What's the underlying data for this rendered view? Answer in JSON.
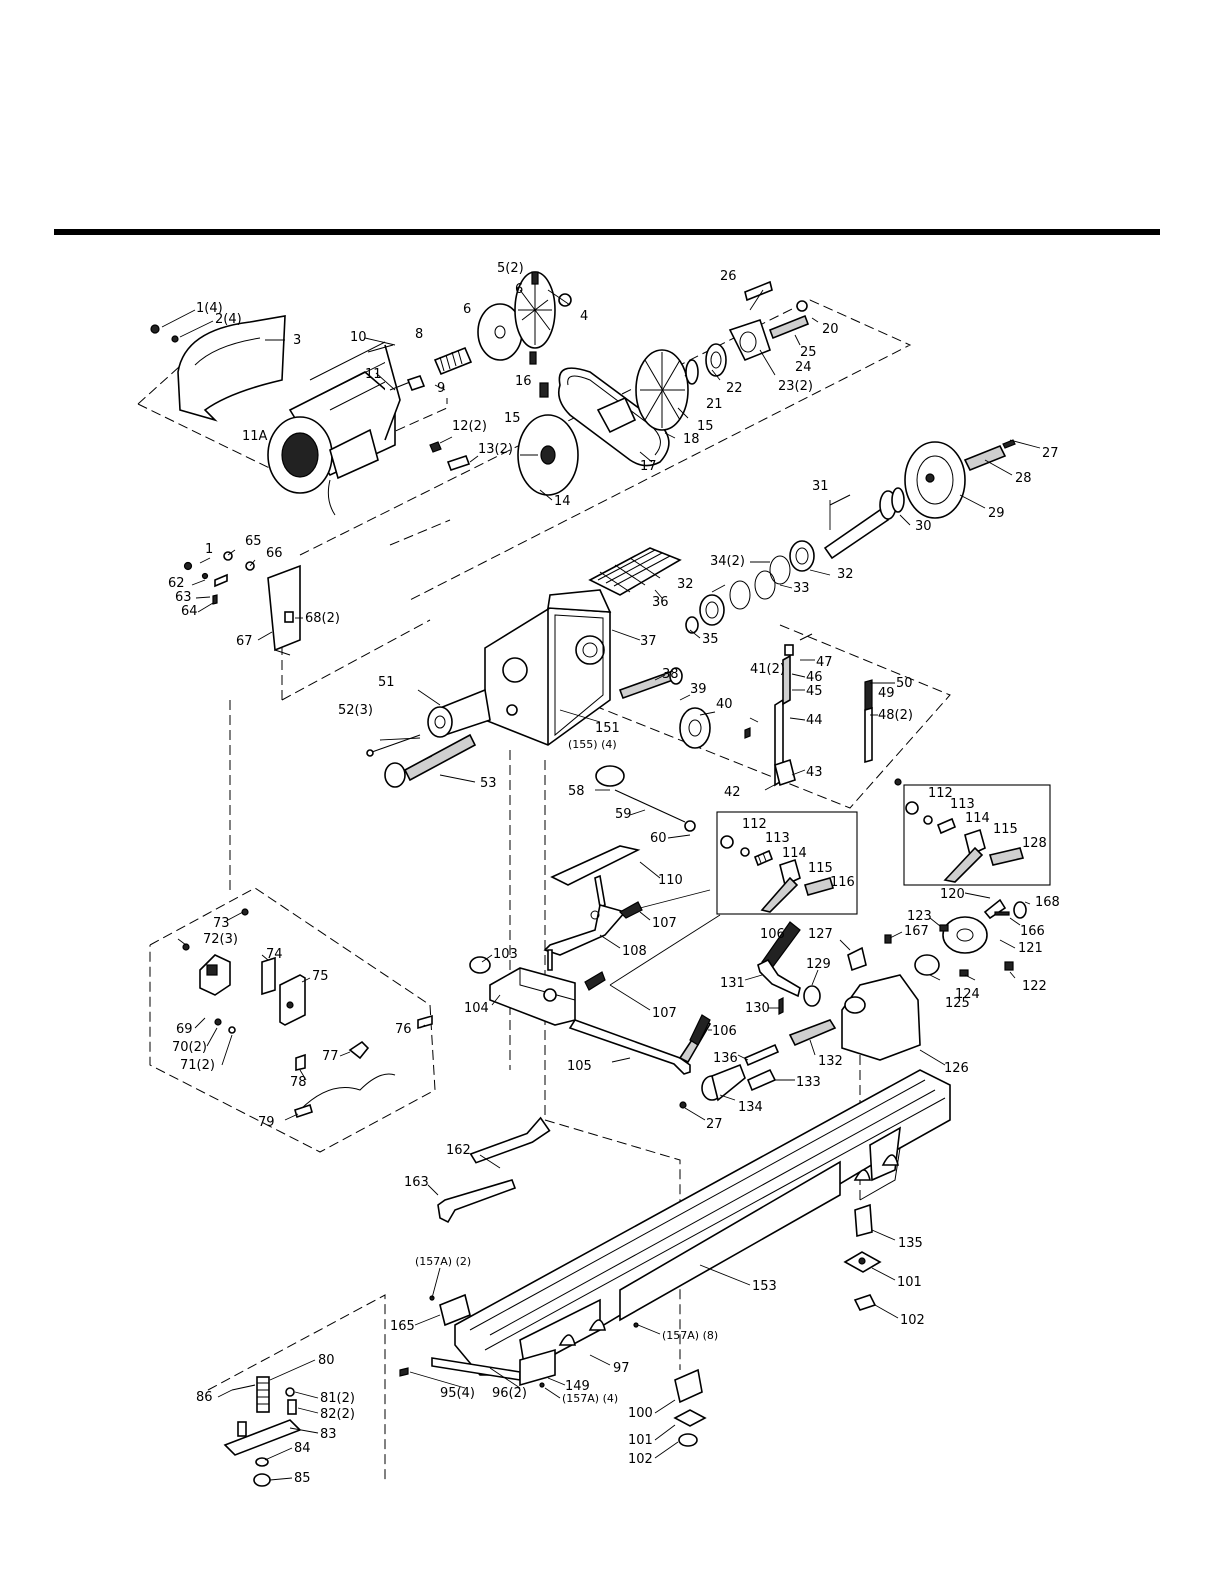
{
  "labels": {
    "l1": "1(4)",
    "l2": "2(4)",
    "l3": "3",
    "l4": "4",
    "l5": "5(2)",
    "l6a": "6",
    "l6b": "6",
    "l8": "8",
    "l9": "9",
    "l10": "10",
    "l11": "11",
    "l11a": "11A",
    "l12": "12(2)",
    "l13": "13(2)",
    "l14": "14",
    "l15a": "15",
    "l15b": "15",
    "l16": "16",
    "l17": "17",
    "l18": "18",
    "l20": "20",
    "l21": "21",
    "l22": "22",
    "l23": "23(2)",
    "l24": "24",
    "l25": "25",
    "l26": "26",
    "l27a": "27",
    "l28": "28",
    "l29": "29",
    "l30": "30",
    "l31": "31",
    "l32a": "32",
    "l32b": "32",
    "l33": "33",
    "l34": "34(2)",
    "l35": "35",
    "l36": "36",
    "l37": "37",
    "l38": "38",
    "l39": "39",
    "l40": "40",
    "l41": "41(2)",
    "l42": "42",
    "l43": "43",
    "l44": "44",
    "l45": "45",
    "l46": "46",
    "l47": "47",
    "l48": "48(2)",
    "l49": "49",
    "l50": "50",
    "l51": "51",
    "l52": "52(3)",
    "l53": "53",
    "l58": "58",
    "l59": "59",
    "l60": "60",
    "l1b": "1",
    "l62": "62",
    "l63": "63",
    "l64": "64",
    "l65": "65",
    "l66": "66",
    "l67": "67",
    "l68": "68(2)",
    "l151": "151",
    "l155": "(155) (4)",
    "l112a": "112",
    "l113a": "113",
    "l114a": "114",
    "l115a": "115",
    "l116": "116",
    "l112b": "112",
    "l113b": "113",
    "l114b": "114",
    "l115b": "115",
    "l128": "128",
    "l110": "110",
    "l107a": "107",
    "l108": "108",
    "l103": "103",
    "l104": "104",
    "l107b": "107",
    "l106a": "106",
    "l105": "105",
    "l106b": "106",
    "l73": "73",
    "l72": "72(3)",
    "l74": "74",
    "l75": "75",
    "l69": "69",
    "l70": "70(2)",
    "l71": "71(2)",
    "l76": "76",
    "l77": "77",
    "l78": "78",
    "l79": "79",
    "l120": "120",
    "l168": "168",
    "l123": "123",
    "l166": "166",
    "l167": "167",
    "l127": "127",
    "l121": "121",
    "l129": "129",
    "l131": "131",
    "l130": "130",
    "l124": "124",
    "l122": "122",
    "l125": "125",
    "l126": "126",
    "l136": "136",
    "l132": "132",
    "l133": "133",
    "l134": "134",
    "l27b": "27",
    "l162": "162",
    "l163": "163",
    "l135": "135",
    "l101a": "101",
    "l102a": "102",
    "l153": "153",
    "l157a": "(157A) (2)",
    "l165": "165",
    "l157b": "(157A) (8)",
    "l97": "97",
    "l149": "149",
    "l95": "95(4)",
    "l96": "96(2)",
    "l157c": "(157A) (4)",
    "l80": "80",
    "l86": "86",
    "l81": "81(2)",
    "l82": "82(2)",
    "l83": "83",
    "l84": "84",
    "l85": "85",
    "l100": "100",
    "l101b": "101",
    "l102b": "102"
  },
  "colors": {
    "ink": "#000000",
    "paper": "#ffffff",
    "fill": "#cfcfcf"
  }
}
